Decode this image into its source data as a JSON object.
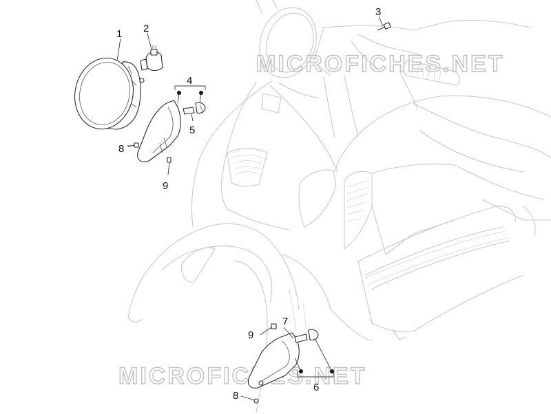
{
  "watermark": "MICROFICHES.NET",
  "callouts": {
    "c1": "1",
    "c2": "2",
    "c3": "3",
    "c4": "4",
    "c5": "5",
    "c6": "6",
    "c7": "7",
    "c8a": "8",
    "c8b": "8",
    "c9a": "9",
    "c9b": "9"
  }
}
